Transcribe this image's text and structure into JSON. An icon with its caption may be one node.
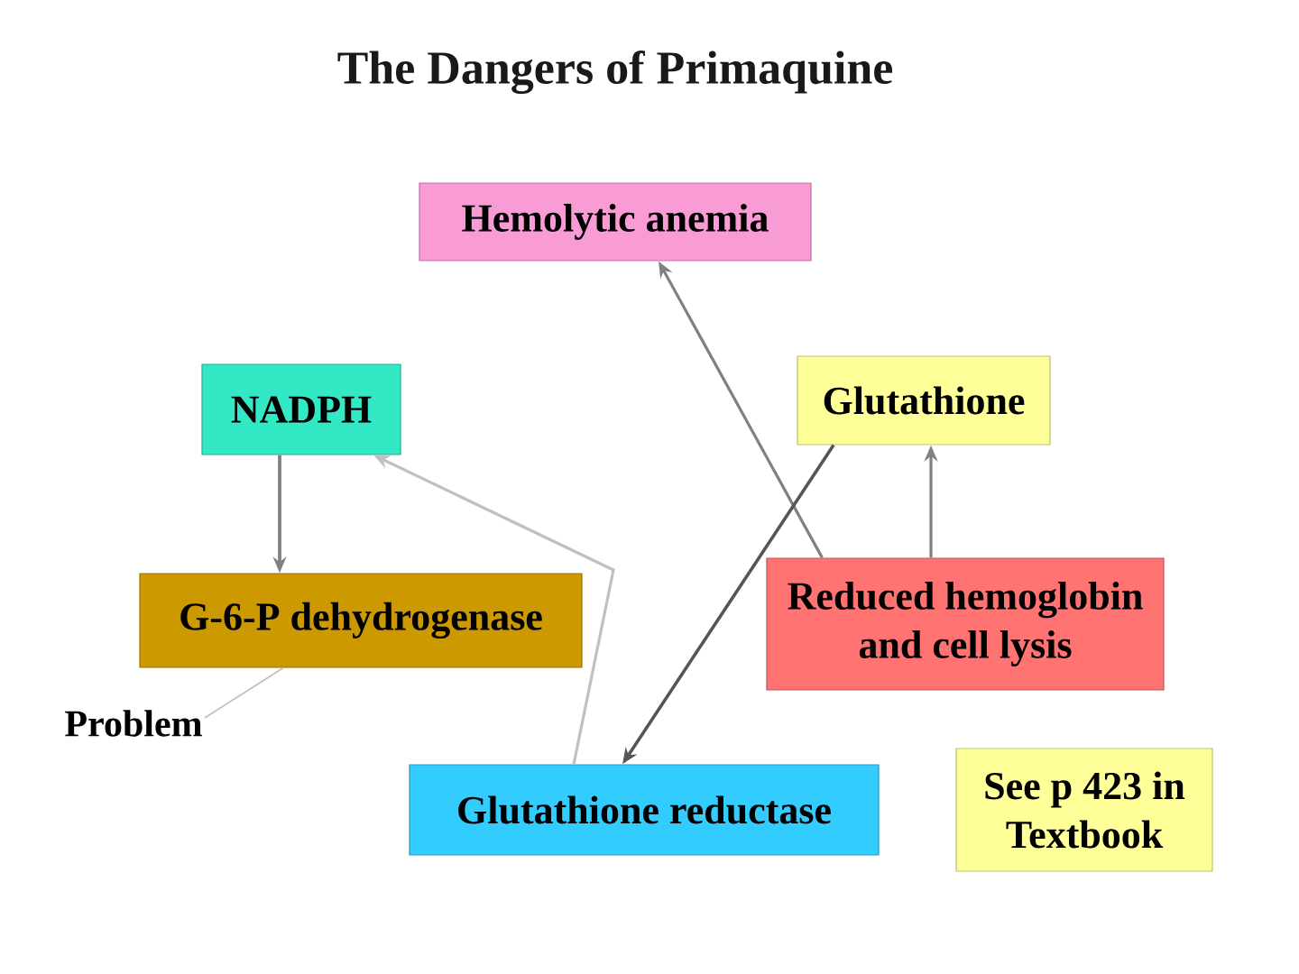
{
  "diagram": {
    "title": "The Dangers of Primaquine",
    "nodes": [
      {
        "text": [
          "Hemolytic anemia"
        ]
      },
      {
        "text": [
          "NADPH"
        ]
      },
      {
        "text": [
          "Glutathione"
        ]
      },
      {
        "text": [
          "G-6-P dehydrogenase"
        ]
      },
      {
        "text": [
          "Reduced hemoglobin and cell lysis"
        ]
      },
      {
        "text": [
          "Problem"
        ]
      },
      {
        "text": [
          "Glutathione reductase"
        ]
      },
      {
        "text": [
          "See p 423 in Textbook"
        ]
      }
    ],
    "edges": [
      {
        "from": 1,
        "to": 3,
        "arrow": "to"
      },
      {
        "from": 6,
        "to": 1,
        "arrow": "to",
        "color": "#c0c0c0"
      },
      {
        "from": 4,
        "to": 0,
        "arrow": "to"
      },
      {
        "from": 2,
        "to": 6,
        "arrow": "to",
        "color": "#555555"
      },
      {
        "from": 4,
        "to": 2,
        "arrow": "to"
      },
      {
        "from": 5,
        "to": 3,
        "arrow": "none",
        "color": "#c0c0c0"
      }
    ]
  }
}
